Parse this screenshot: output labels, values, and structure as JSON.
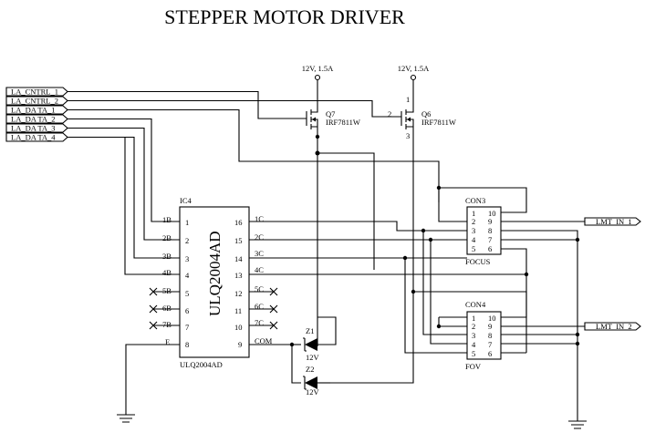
{
  "title": "STEPPER MOTOR DRIVER",
  "ports": [
    "LA_CNTRL_1",
    "LA_CNTRL_2",
    "LA_DA TA_1",
    "LA_DA TA_2",
    "LA_DA TA_3",
    "LA_DA TA_4"
  ],
  "power": [
    "12V, 1.5A",
    "12V, 1.5A"
  ],
  "q7": {
    "ref": "Q7",
    "part": "IRF7811W"
  },
  "q6": {
    "ref": "Q6",
    "part": "IRF7811W",
    "pin1": "1",
    "pin2": "2",
    "pin3": "3"
  },
  "ic4": {
    "ref": "IC4",
    "name": "ULQ2004AD",
    "footer": "ULQ2004AD",
    "left": [
      {
        "pin": "1",
        "label": "1B"
      },
      {
        "pin": "2",
        "label": "2B"
      },
      {
        "pin": "3",
        "label": "3B"
      },
      {
        "pin": "4",
        "label": "4B"
      },
      {
        "pin": "5",
        "label": "5B"
      },
      {
        "pin": "6",
        "label": "6B"
      },
      {
        "pin": "7",
        "label": "7B"
      },
      {
        "pin": "8",
        "label": "E"
      }
    ],
    "right": [
      {
        "pin": "16",
        "label": "1C"
      },
      {
        "pin": "15",
        "label": "2C"
      },
      {
        "pin": "14",
        "label": "3C"
      },
      {
        "pin": "13",
        "label": "4C"
      },
      {
        "pin": "12",
        "label": "5C"
      },
      {
        "pin": "11",
        "label": "6C"
      },
      {
        "pin": "10",
        "label": "7C"
      },
      {
        "pin": "9",
        "label": "COM"
      }
    ]
  },
  "con3": {
    "ref": "CON3",
    "label": "FOCUS",
    "left": [
      "1",
      "2",
      "3",
      "4",
      "5"
    ],
    "right": [
      "10",
      "9",
      "8",
      "7",
      "6"
    ]
  },
  "con4": {
    "ref": "CON4",
    "label": "FOV",
    "left": [
      "1",
      "2",
      "3",
      "4",
      "5"
    ],
    "right": [
      "10",
      "9",
      "8",
      "7",
      "6"
    ]
  },
  "z1": {
    "ref": "Z1",
    "value": "12V"
  },
  "z2": {
    "ref": "Z2",
    "value": "12V"
  },
  "limits": [
    "LMT_IN_1",
    "LMT_IN_2"
  ]
}
